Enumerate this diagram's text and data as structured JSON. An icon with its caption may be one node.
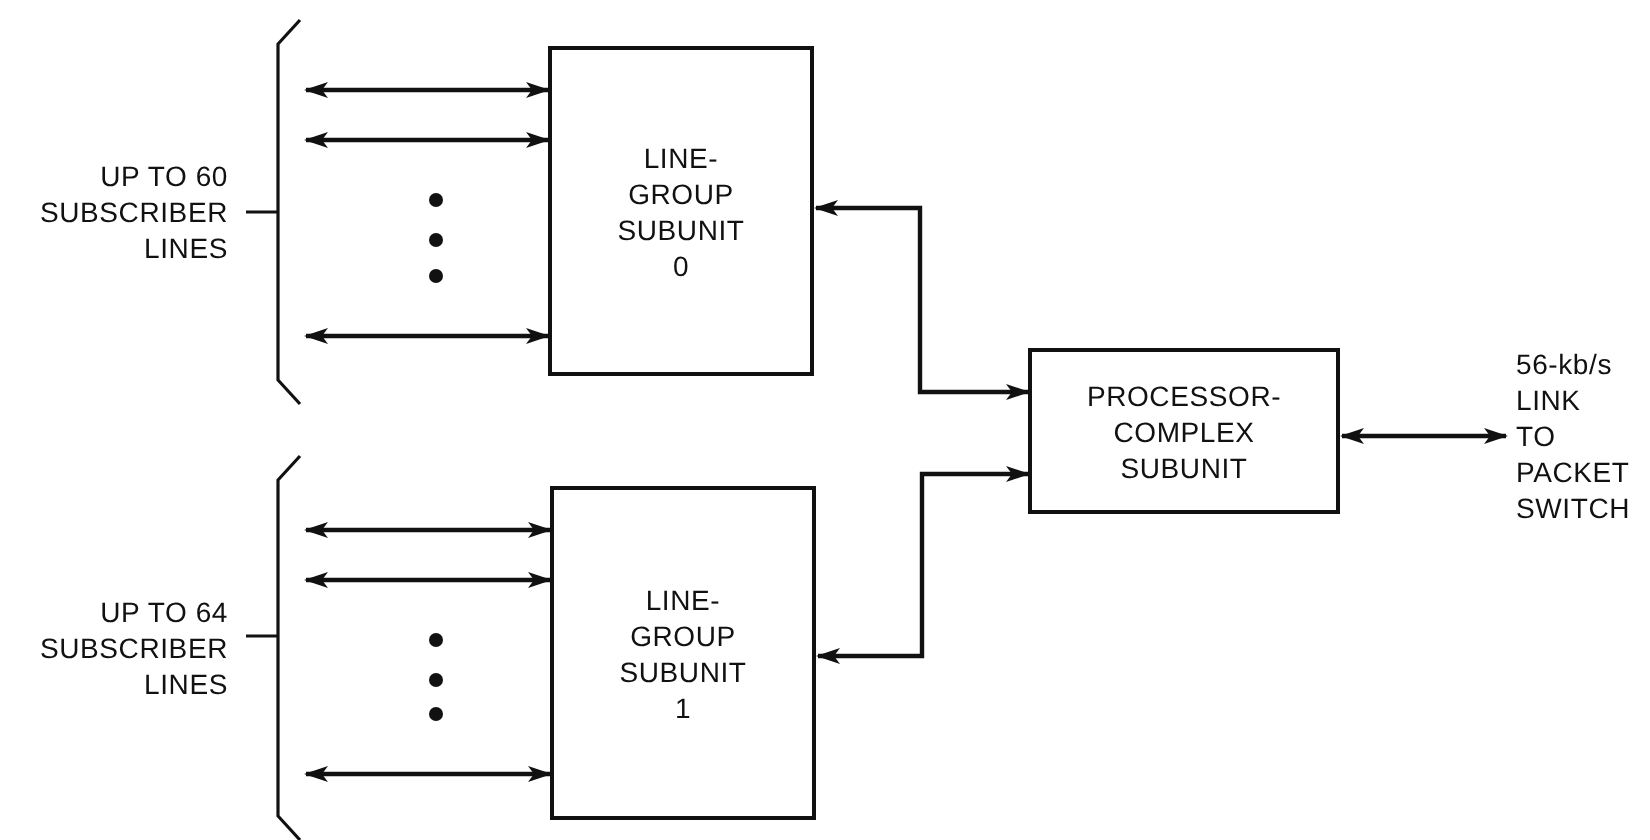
{
  "diagram": {
    "nodes": [
      {
        "text": [
          "UP TO 60 SUBSCRIBER LINES"
        ]
      },
      {
        "text": [
          "LINE- GROUP SUBUNIT 0"
        ]
      },
      {
        "text": [
          "UP TO 64 SUBSCRIBER LINES"
        ]
      },
      {
        "text": [
          "LINE- GROUP SUBUNIT 1"
        ]
      },
      {
        "text": [
          "PROCESSOR- COMPLEX SUBUNIT"
        ]
      },
      {
        "text": [
          "56-kb/s LINK TO PACKET SWITCH"
        ]
      }
    ],
    "edges": [
      {
        "from": 0,
        "to": 1,
        "arrow": "both"
      },
      {
        "from": 0,
        "to": 1,
        "arrow": "both"
      },
      {
        "from": 0,
        "to": 1,
        "arrow": "both"
      },
      {
        "from": 2,
        "to": 3,
        "arrow": "both"
      },
      {
        "from": 2,
        "to": 3,
        "arrow": "both"
      },
      {
        "from": 2,
        "to": 3,
        "arrow": "both"
      },
      {
        "from": 1,
        "to": 4,
        "arrow": "both"
      },
      {
        "from": 3,
        "to": 4,
        "arrow": "both"
      },
      {
        "from": 4,
        "to": 5,
        "arrow": "both"
      }
    ]
  }
}
